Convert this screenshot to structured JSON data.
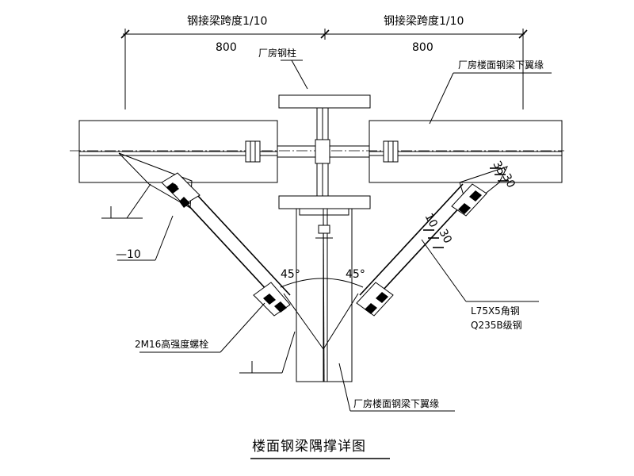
{
  "dims": {
    "span_left_label": "钢接梁跨度1/10",
    "span_left_value": "800",
    "span_right_label": "钢接梁跨度1/10",
    "span_right_value": "800",
    "dim_35": "35",
    "dim_30a": "30",
    "dim_10": "10",
    "dim_30b": "30",
    "angle_left": "45°",
    "angle_right": "45°"
  },
  "labels": {
    "column": "厂房钢柱",
    "beam_flange_top": "厂房楼面钢梁下翼缘",
    "plate": "—10",
    "bolts": "2M16高强度螺栓",
    "angle_steel_1": "L75X5角钢",
    "angle_steel_2": "Q235B级钢",
    "beam_flange_bottom": "厂房楼面钢梁下翼缘"
  },
  "title": "楼面钢梁隅撑详图"
}
